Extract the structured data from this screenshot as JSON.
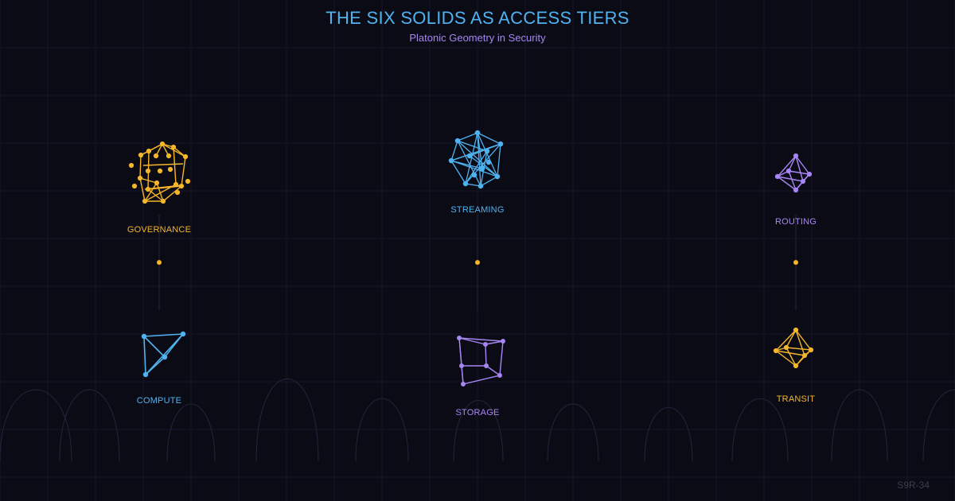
{
  "header": {
    "title": "THE SIX SOLIDS AS ACCESS TIERS",
    "subtitle": "Platonic Geometry in Security"
  },
  "colors": {
    "background": "#0b0b16",
    "amber": "#f5b62a",
    "blue": "#4fb3f0",
    "violet": "#a786f3",
    "grid": "#15152a",
    "arch": "#24243a"
  },
  "tiers": [
    {
      "label": "GOVERNANCE",
      "solid": "dodecahedron",
      "color": "amber"
    },
    {
      "label": "STREAMING",
      "solid": "icosahedron",
      "color": "blue"
    },
    {
      "label": "ROUTING",
      "solid": "octahedron",
      "color": "violet"
    },
    {
      "label": "COMPUTE",
      "solid": "tetrahedron",
      "color": "blue"
    },
    {
      "label": "STORAGE",
      "solid": "cube",
      "color": "violet"
    },
    {
      "label": "TRANSIT",
      "solid": "octahedron",
      "color": "amber"
    }
  ],
  "footer": {
    "code": "S9R-34"
  }
}
